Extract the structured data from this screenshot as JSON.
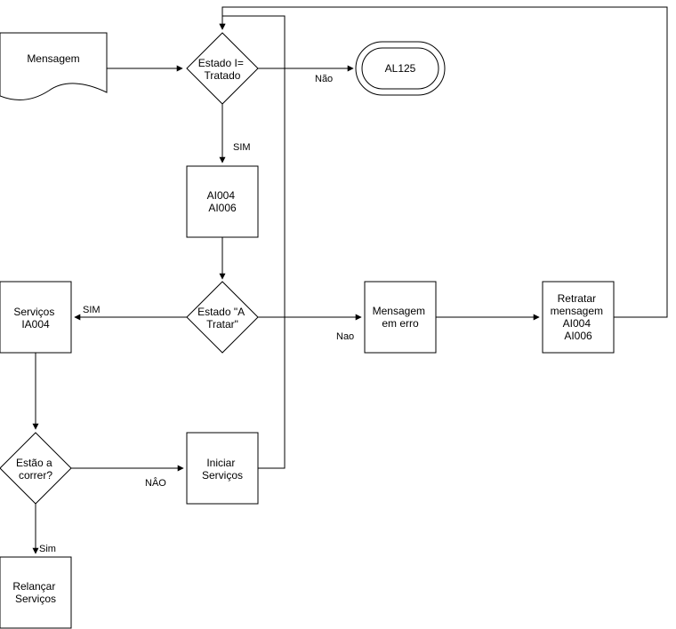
{
  "colors": {
    "stroke": "#000000",
    "fill": "#ffffff",
    "background": "#ffffff"
  },
  "nodes": {
    "mensagem": {
      "lines": [
        "Mensagem"
      ]
    },
    "estado_tratado": {
      "lines": [
        "Estado I=",
        "Tratado"
      ]
    },
    "al125": {
      "lines": [
        "AL125"
      ]
    },
    "ai004_ai006": {
      "lines": [
        "AI004",
        "AI006"
      ]
    },
    "estado_a_tratar": {
      "lines": [
        "Estado \"A",
        "Tratar\""
      ]
    },
    "servicos_ia004": {
      "lines": [
        "Serviços",
        "IA004"
      ]
    },
    "mensagem_erro": {
      "lines": [
        "Mensagem",
        "em erro"
      ]
    },
    "retratar": {
      "lines": [
        "Retratar",
        "mensagem",
        "AI004",
        "AI006"
      ]
    },
    "estao_correr": {
      "lines": [
        "Estão a",
        "correr?"
      ]
    },
    "iniciar_servicos": {
      "lines": [
        "Iniciar",
        "Serviços"
      ]
    },
    "relancar_servicos": {
      "lines": [
        "Relançar",
        "Serviços"
      ]
    }
  },
  "edge_labels": {
    "nao_top": "Não",
    "sim_1": "SIM",
    "sim_2": "SIM",
    "nao_mid": "Nao",
    "nao_bottom": "NÂO",
    "sim_bottom": "Sim"
  }
}
